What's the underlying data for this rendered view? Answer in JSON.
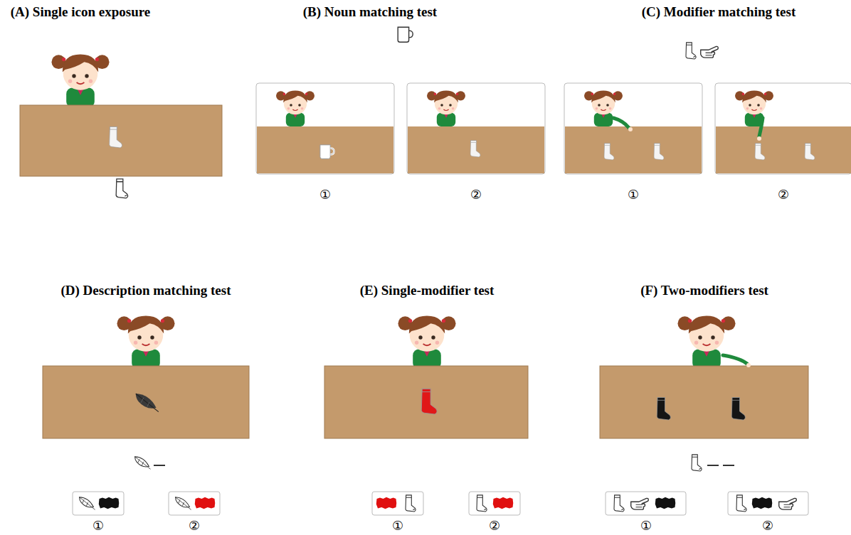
{
  "diagram": {
    "labels": [
      "(A) Single icon exposure",
      "(B) Noun matching test",
      "(C) Modifier matching test",
      "①",
      "②",
      "①",
      "②",
      "(D) Description matching test",
      "(E) Single-modifier test",
      "(F) Two-modifiers test",
      "①",
      "②",
      "①",
      "②",
      "①",
      "②"
    ]
  }
}
